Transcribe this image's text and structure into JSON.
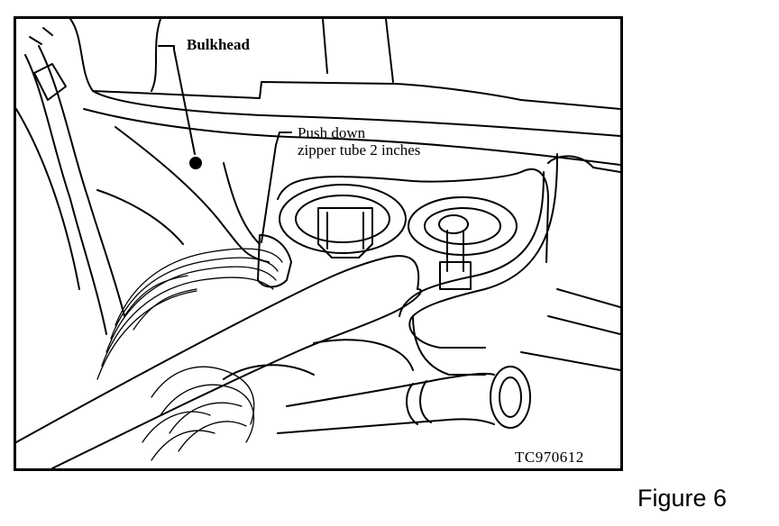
{
  "figure": {
    "caption": "Figure 6",
    "image_code": "TC970612"
  },
  "callouts": {
    "bulkhead": "Bulkhead",
    "push_down_line1": "Push down",
    "push_down_line2": "zipper tube 2 inches"
  }
}
